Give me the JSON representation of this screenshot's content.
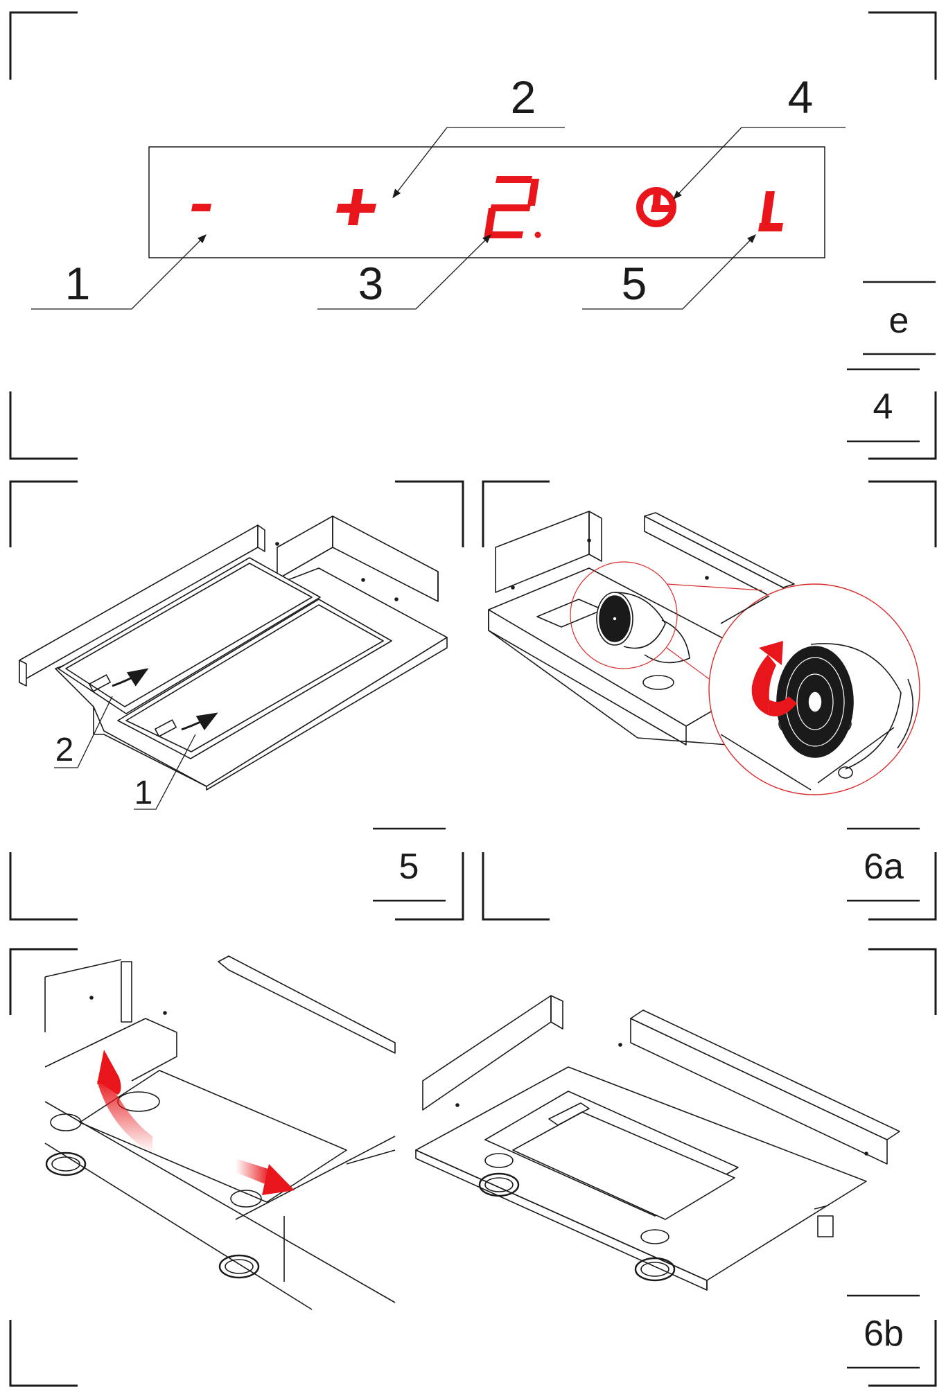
{
  "colors": {
    "ink": "#1a1a1a",
    "accent_red": "#e8161b",
    "background": "#ffffff"
  },
  "figure_4": {
    "label": "4",
    "corner_label": "e",
    "display_icons": [
      "minus-icon",
      "plus-icon",
      "seven-segment-2-icon",
      "timer-icon",
      "seven-segment-L-icon"
    ],
    "display_digit": "2.",
    "display_letter": "L",
    "callouts": [
      "1",
      "2",
      "3",
      "4",
      "5"
    ]
  },
  "figure_5": {
    "label": "5",
    "callouts": [
      "2",
      "1"
    ]
  },
  "figure_6a": {
    "label": "6a"
  },
  "figure_6b": {
    "label": "6b"
  }
}
